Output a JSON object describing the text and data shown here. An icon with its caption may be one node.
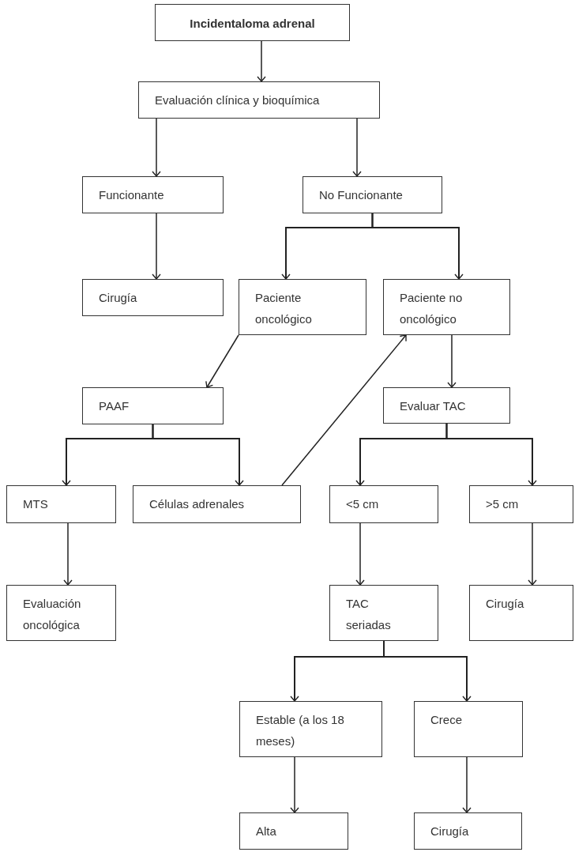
{
  "diagram": {
    "nodes": [
      {
        "text": [
          "Incidentaloma adrenal"
        ]
      },
      {
        "text": [
          "Evaluación clínica y bioquímica"
        ]
      },
      {
        "text": [
          "Funcionante"
        ]
      },
      {
        "text": [
          "No Funcionante"
        ]
      },
      {
        "text": [
          "Cirugía"
        ]
      },
      {
        "text": [
          "Paciente oncológico"
        ]
      },
      {
        "text": [
          "Paciente no oncológico"
        ]
      },
      {
        "text": [
          "PAAF"
        ]
      },
      {
        "text": [
          "Evaluar TAC"
        ]
      },
      {
        "text": [
          "MTS"
        ]
      },
      {
        "text": [
          "Células adrenales"
        ]
      },
      {
        "text": [
          "<5 cm"
        ]
      },
      {
        "text": [
          ">5 cm"
        ]
      },
      {
        "text": [
          "Evaluación oncológica"
        ]
      },
      {
        "text": [
          "TAC seriadas"
        ]
      },
      {
        "text": [
          "Cirugía"
        ]
      },
      {
        "text": [
          "Estable (a los 18 meses)"
        ]
      },
      {
        "text": [
          "Crece"
        ]
      },
      {
        "text": [
          "Alta"
        ]
      },
      {
        "text": [
          "Cirugía"
        ]
      }
    ],
    "edges": [
      {
        "from": 0,
        "to": 1,
        "arrow": "to"
      },
      {
        "from": 1,
        "to": 2,
        "arrow": "to"
      },
      {
        "from": 1,
        "to": 3,
        "arrow": "to"
      },
      {
        "from": 2,
        "to": 4,
        "arrow": "to"
      },
      {
        "from": 3,
        "to": 5,
        "arrow": "to"
      },
      {
        "from": 3,
        "to": 6,
        "arrow": "to"
      },
      {
        "from": 5,
        "to": 7,
        "arrow": "to"
      },
      {
        "from": 6,
        "to": 8,
        "arrow": "to"
      },
      {
        "from": 7,
        "to": 9,
        "arrow": "to"
      },
      {
        "from": 7,
        "to": 10,
        "arrow": "to"
      },
      {
        "from": 10,
        "to": 6,
        "arrow": "to"
      },
      {
        "from": 8,
        "to": 11,
        "arrow": "to"
      },
      {
        "from": 8,
        "to": 12,
        "arrow": "to"
      },
      {
        "from": 9,
        "to": 13,
        "arrow": "to"
      },
      {
        "from": 11,
        "to": 14,
        "arrow": "to"
      },
      {
        "from": 12,
        "to": 15,
        "arrow": "to"
      },
      {
        "from": 14,
        "to": 16,
        "arrow": "to"
      },
      {
        "from": 14,
        "to": 17,
        "arrow": "to"
      },
      {
        "from": 16,
        "to": 18,
        "arrow": "to"
      },
      {
        "from": 17,
        "to": 19,
        "arrow": "to"
      }
    ]
  }
}
